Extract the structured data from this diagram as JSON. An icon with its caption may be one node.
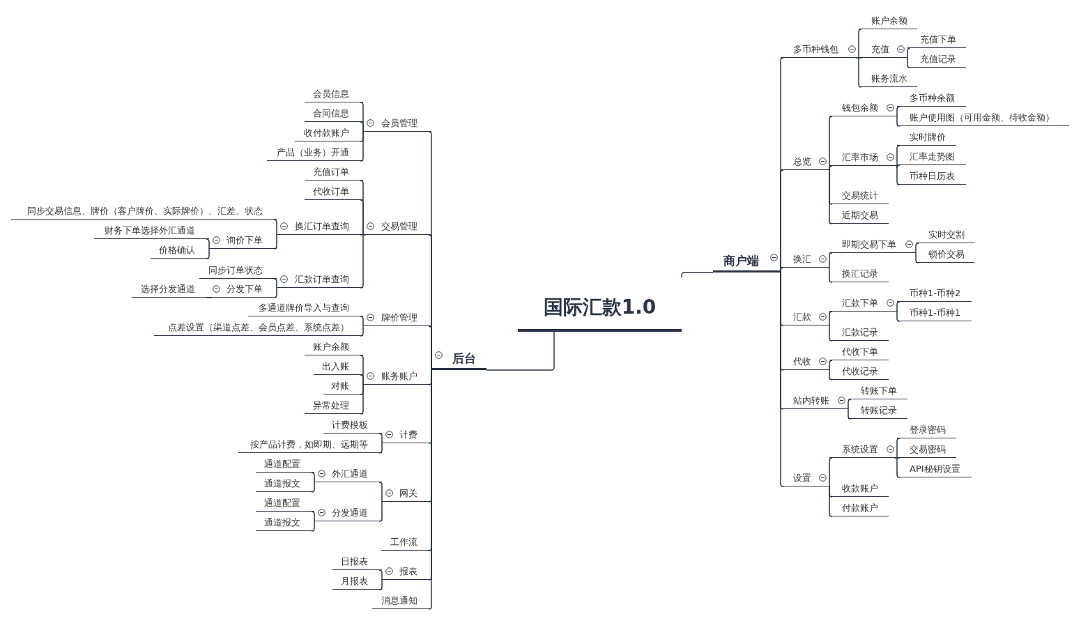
{
  "diagram": {
    "nodes": [
      {
        "text": [
          "国际汇款1.0"
        ]
      },
      {
        "text": [
          "后台"
        ]
      },
      {
        "text": [
          "会员管理"
        ]
      },
      {
        "text": [
          "会员信息"
        ]
      },
      {
        "text": [
          "合同信息"
        ]
      },
      {
        "text": [
          "收付款账户"
        ]
      },
      {
        "text": [
          "产品（业务）开通"
        ]
      },
      {
        "text": [
          "交易管理"
        ]
      },
      {
        "text": [
          "充值订单"
        ]
      },
      {
        "text": [
          "代收订单"
        ]
      },
      {
        "text": [
          "换汇订单查询"
        ]
      },
      {
        "text": [
          "同步交易信息、牌价（客户牌价、实际牌价）、汇差、状态"
        ]
      },
      {
        "text": [
          "询价下单"
        ]
      },
      {
        "text": [
          "财务下单选择外汇通道"
        ]
      },
      {
        "text": [
          "价格确认"
        ]
      },
      {
        "text": [
          "汇款订单查询"
        ]
      },
      {
        "text": [
          "同步订单状态"
        ]
      },
      {
        "text": [
          "分发下单"
        ]
      },
      {
        "text": [
          "选择分发通道"
        ]
      },
      {
        "text": [
          "牌价管理"
        ]
      },
      {
        "text": [
          "多通道牌价导入与查询"
        ]
      },
      {
        "text": [
          "点差设置（渠道点差、会员点差、系统点差）"
        ]
      },
      {
        "text": [
          "账务账户"
        ]
      },
      {
        "text": [
          "账户余额"
        ]
      },
      {
        "text": [
          "出入账"
        ]
      },
      {
        "text": [
          "对账"
        ]
      },
      {
        "text": [
          "异常处理"
        ]
      },
      {
        "text": [
          "计费"
        ]
      },
      {
        "text": [
          "计费模板"
        ]
      },
      {
        "text": [
          "按产品计费，如即期、远期等"
        ]
      },
      {
        "text": [
          "网关"
        ]
      },
      {
        "text": [
          "外汇通道"
        ]
      },
      {
        "text": [
          "通道配置"
        ]
      },
      {
        "text": [
          "通道报文"
        ]
      },
      {
        "text": [
          "分发通道"
        ]
      },
      {
        "text": [
          "通道配置"
        ]
      },
      {
        "text": [
          "通道报文"
        ]
      },
      {
        "text": [
          "工作流"
        ]
      },
      {
        "text": [
          "报表"
        ]
      },
      {
        "text": [
          "日报表"
        ]
      },
      {
        "text": [
          "月报表"
        ]
      },
      {
        "text": [
          "消息通知"
        ]
      },
      {
        "text": [
          "商户端"
        ]
      },
      {
        "text": [
          "多币种钱包"
        ]
      },
      {
        "text": [
          "账户余额"
        ]
      },
      {
        "text": [
          "充值"
        ]
      },
      {
        "text": [
          "充值下单"
        ]
      },
      {
        "text": [
          "充值记录"
        ]
      },
      {
        "text": [
          "账务流水"
        ]
      },
      {
        "text": [
          "总览"
        ]
      },
      {
        "text": [
          "钱包余额"
        ]
      },
      {
        "text": [
          "多币种余额"
        ]
      },
      {
        "text": [
          "账户使用图（可用金额、待收金额）"
        ]
      },
      {
        "text": [
          "汇率市场"
        ]
      },
      {
        "text": [
          "实时牌价"
        ]
      },
      {
        "text": [
          "汇率走势图"
        ]
      },
      {
        "text": [
          "币种日历表"
        ]
      },
      {
        "text": [
          "交易统计"
        ]
      },
      {
        "text": [
          "近期交易"
        ]
      },
      {
        "text": [
          "换汇"
        ]
      },
      {
        "text": [
          "即期交易下单"
        ]
      },
      {
        "text": [
          "实时交割"
        ]
      },
      {
        "text": [
          "锁价交易"
        ]
      },
      {
        "text": [
          "换汇记录"
        ]
      },
      {
        "text": [
          "汇款"
        ]
      },
      {
        "text": [
          "汇款下单"
        ]
      },
      {
        "text": [
          "币种1-币种2"
        ]
      },
      {
        "text": [
          "币种1-币种1"
        ]
      },
      {
        "text": [
          "汇款记录"
        ]
      },
      {
        "text": [
          "代收"
        ]
      },
      {
        "text": [
          "代收下单"
        ]
      },
      {
        "text": [
          "代收记录"
        ]
      },
      {
        "text": [
          "站内转账"
        ]
      },
      {
        "text": [
          "转账下单"
        ]
      },
      {
        "text": [
          "转账记录"
        ]
      },
      {
        "text": [
          "设置"
        ]
      },
      {
        "text": [
          "系统设置"
        ]
      },
      {
        "text": [
          "登录密码"
        ]
      },
      {
        "text": [
          "交易密码"
        ]
      },
      {
        "text": [
          "API秘钥设置"
        ]
      },
      {
        "text": [
          "收款账户"
        ]
      },
      {
        "text": [
          "付款账户"
        ]
      }
    ],
    "edges": [
      {
        "from": 0,
        "to": 1,
        "arrow": "none"
      },
      {
        "from": 0,
        "to": 42,
        "arrow": "none"
      },
      {
        "from": 1,
        "to": 2,
        "arrow": "none"
      },
      {
        "from": 1,
        "to": 7,
        "arrow": "none"
      },
      {
        "from": 1,
        "to": 19,
        "arrow": "none"
      },
      {
        "from": 1,
        "to": 22,
        "arrow": "none"
      },
      {
        "from": 1,
        "to": 27,
        "arrow": "none"
      },
      {
        "from": 1,
        "to": 30,
        "arrow": "none"
      },
      {
        "from": 1,
        "to": 37,
        "arrow": "none"
      },
      {
        "from": 1,
        "to": 38,
        "arrow": "none"
      },
      {
        "from": 1,
        "to": 41,
        "arrow": "none"
      },
      {
        "from": 2,
        "to": 3,
        "arrow": "none"
      },
      {
        "from": 2,
        "to": 4,
        "arrow": "none"
      },
      {
        "from": 2,
        "to": 5,
        "arrow": "none"
      },
      {
        "from": 2,
        "to": 6,
        "arrow": "none"
      },
      {
        "from": 7,
        "to": 8,
        "arrow": "none"
      },
      {
        "from": 7,
        "to": 9,
        "arrow": "none"
      },
      {
        "from": 7,
        "to": 10,
        "arrow": "none"
      },
      {
        "from": 7,
        "to": 15,
        "arrow": "none"
      },
      {
        "from": 10,
        "to": 11,
        "arrow": "none"
      },
      {
        "from": 10,
        "to": 12,
        "arrow": "none"
      },
      {
        "from": 12,
        "to": 13,
        "arrow": "none"
      },
      {
        "from": 12,
        "to": 14,
        "arrow": "none"
      },
      {
        "from": 15,
        "to": 16,
        "arrow": "none"
      },
      {
        "from": 15,
        "to": 17,
        "arrow": "none"
      },
      {
        "from": 17,
        "to": 18,
        "arrow": "none"
      },
      {
        "from": 19,
        "to": 20,
        "arrow": "none"
      },
      {
        "from": 19,
        "to": 21,
        "arrow": "none"
      },
      {
        "from": 22,
        "to": 23,
        "arrow": "none"
      },
      {
        "from": 22,
        "to": 24,
        "arrow": "none"
      },
      {
        "from": 22,
        "to": 25,
        "arrow": "none"
      },
      {
        "from": 22,
        "to": 26,
        "arrow": "none"
      },
      {
        "from": 27,
        "to": 28,
        "arrow": "none"
      },
      {
        "from": 27,
        "to": 29,
        "arrow": "none"
      },
      {
        "from": 30,
        "to": 31,
        "arrow": "none"
      },
      {
        "from": 30,
        "to": 34,
        "arrow": "none"
      },
      {
        "from": 31,
        "to": 32,
        "arrow": "none"
      },
      {
        "from": 31,
        "to": 33,
        "arrow": "none"
      },
      {
        "from": 34,
        "to": 35,
        "arrow": "none"
      },
      {
        "from": 34,
        "to": 36,
        "arrow": "none"
      },
      {
        "from": 38,
        "to": 39,
        "arrow": "none"
      },
      {
        "from": 38,
        "to": 40,
        "arrow": "none"
      },
      {
        "from": 42,
        "to": 43,
        "arrow": "none"
      },
      {
        "from": 42,
        "to": 49,
        "arrow": "none"
      },
      {
        "from": 42,
        "to": 59,
        "arrow": "none"
      },
      {
        "from": 42,
        "to": 64,
        "arrow": "none"
      },
      {
        "from": 42,
        "to": 69,
        "arrow": "none"
      },
      {
        "from": 42,
        "to": 72,
        "arrow": "none"
      },
      {
        "from": 42,
        "to": 75,
        "arrow": "none"
      },
      {
        "from": 43,
        "to": 44,
        "arrow": "none"
      },
      {
        "from": 43,
        "to": 45,
        "arrow": "none"
      },
      {
        "from": 43,
        "to": 48,
        "arrow": "none"
      },
      {
        "from": 45,
        "to": 46,
        "arrow": "none"
      },
      {
        "from": 45,
        "to": 47,
        "arrow": "none"
      },
      {
        "from": 49,
        "to": 50,
        "arrow": "none"
      },
      {
        "from": 49,
        "to": 53,
        "arrow": "none"
      },
      {
        "from": 49,
        "to": 57,
        "arrow": "none"
      },
      {
        "from": 49,
        "to": 58,
        "arrow": "none"
      },
      {
        "from": 50,
        "to": 51,
        "arrow": "none"
      },
      {
        "from": 50,
        "to": 52,
        "arrow": "none"
      },
      {
        "from": 53,
        "to": 54,
        "arrow": "none"
      },
      {
        "from": 53,
        "to": 55,
        "arrow": "none"
      },
      {
        "from": 53,
        "to": 56,
        "arrow": "none"
      },
      {
        "from": 59,
        "to": 60,
        "arrow": "none"
      },
      {
        "from": 59,
        "to": 63,
        "arrow": "none"
      },
      {
        "from": 60,
        "to": 61,
        "arrow": "none"
      },
      {
        "from": 60,
        "to": 62,
        "arrow": "none"
      },
      {
        "from": 64,
        "to": 65,
        "arrow": "none"
      },
      {
        "from": 64,
        "to": 68,
        "arrow": "none"
      },
      {
        "from": 65,
        "to": 66,
        "arrow": "none"
      },
      {
        "from": 65,
        "to": 67,
        "arrow": "none"
      },
      {
        "from": 69,
        "to": 70,
        "arrow": "none"
      },
      {
        "from": 69,
        "to": 71,
        "arrow": "none"
      },
      {
        "from": 72,
        "to": 73,
        "arrow": "none"
      },
      {
        "from": 72,
        "to": 74,
        "arrow": "none"
      },
      {
        "from": 75,
        "to": 76,
        "arrow": "none"
      },
      {
        "from": 75,
        "to": 80,
        "arrow": "none"
      },
      {
        "from": 75,
        "to": 81,
        "arrow": "none"
      },
      {
        "from": 76,
        "to": 77,
        "arrow": "none"
      },
      {
        "from": 76,
        "to": 78,
        "arrow": "none"
      },
      {
        "from": 76,
        "to": 79,
        "arrow": "none"
      }
    ]
  }
}
